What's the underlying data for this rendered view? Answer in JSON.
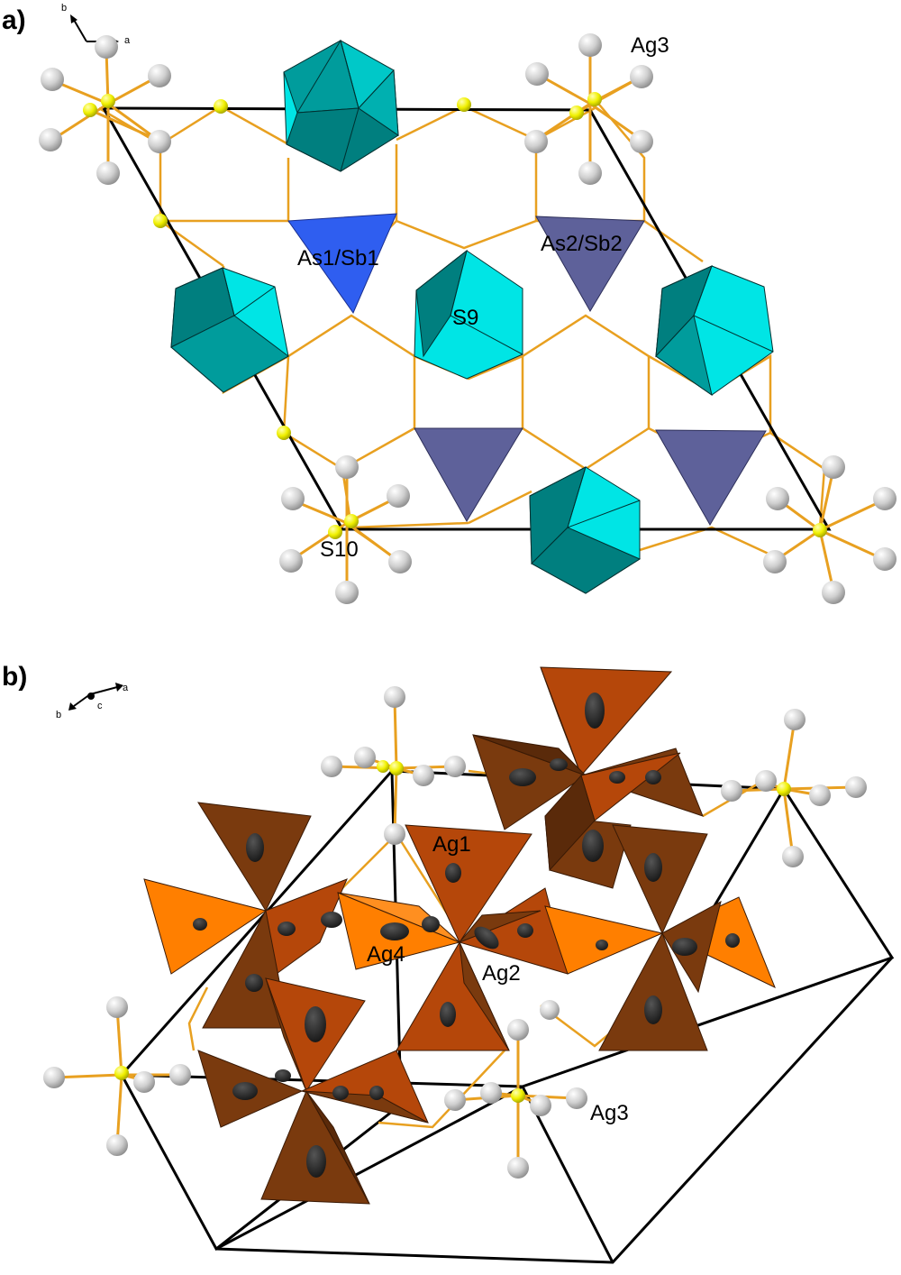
{
  "panels": [
    {
      "label": "a)",
      "axes": [
        "b",
        "a"
      ],
      "sites": [
        "Ag3",
        "As1/Sb1",
        "As2/Sb2",
        "S9",
        "S10"
      ]
    },
    {
      "label": "b)",
      "axes": [
        "a",
        "b",
        "c"
      ],
      "sites": [
        "Ag1",
        "Ag4",
        "Ag2",
        "Ag3"
      ]
    }
  ],
  "colors": {
    "bond": "#e8a020",
    "cell": "#000000",
    "silver_atom": "#c8c8c8",
    "sulfur_atom": "#f0f000",
    "icosahedron_light": "#00e5e5",
    "icosahedron_dark": "#007f7f",
    "triangle_as1": "#2f5ef0",
    "triangle_as2": "#5e619a",
    "tetra_dark": "#7a3a0e",
    "tetra_mid": "#b5470a",
    "tetra_light": "#ff7f00",
    "ellipsoid": "#222222"
  }
}
